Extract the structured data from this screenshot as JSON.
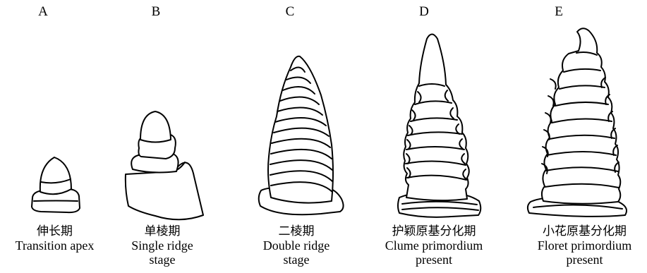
{
  "stages": [
    {
      "letter": "A",
      "zh": "伸长期",
      "en1": "Transition apex",
      "en2": ""
    },
    {
      "letter": "B",
      "zh": "单棱期",
      "en1": "Single ridge",
      "en2": "stage"
    },
    {
      "letter": "C",
      "zh": "二棱期",
      "en1": "Double ridge",
      "en2": "stage"
    },
    {
      "letter": "D",
      "zh": "护颖原基分化期",
      "en1": "Clume  primordium",
      "en2": "present"
    },
    {
      "letter": "E",
      "zh": "小花原基分化期",
      "en1": "Floret primordium",
      "en2": "present"
    }
  ]
}
